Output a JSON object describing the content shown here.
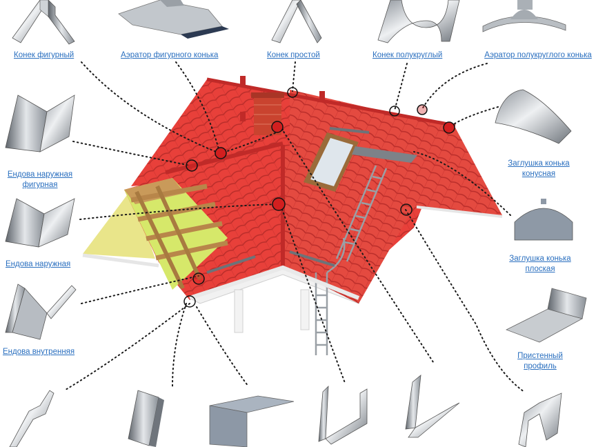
{
  "colors": {
    "link": "#2a6fbf",
    "roof": "#e8403a",
    "roof_dark": "#c02a28",
    "gable": "#e9e58a",
    "metal": "#b7bcc2",
    "marker": "#d21f1f"
  },
  "labels": {
    "ridge_figured": "Конек фигурный",
    "aerator_figured": "Аэратор фигурного конька",
    "ridge_simple": "Конек простой",
    "ridge_semicircular": "Конек полукруглый",
    "aerator_semicircular": "Аэратор полукруглого конька",
    "valley_outer_figured": "Ендова наружная фигурная",
    "cap_conical": "Заглушка конька конусная",
    "valley_outer": "Ендова наружная",
    "cap_flat": "Заглушка конька плоская",
    "valley_inner": "Ендова внутренняя",
    "wall_profile": "Пристенный профиль"
  }
}
